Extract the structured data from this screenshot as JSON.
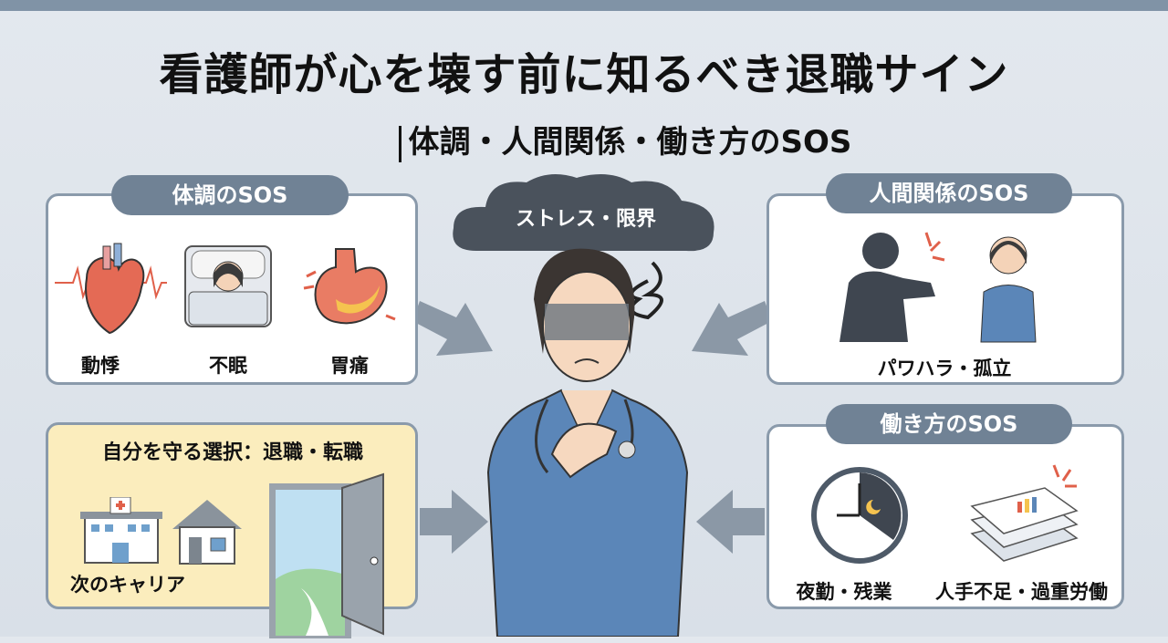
{
  "title": "看護師が心を壊す前に知るべき退職サイン",
  "subtitle": "体調・人間関係・働き方のSOS",
  "center": {
    "cloud_label": "ストレス・限界"
  },
  "physical": {
    "label": "体調のSOS",
    "items": [
      "動悸",
      "不眠",
      "胃痛"
    ]
  },
  "relationships": {
    "label": "人間関係のSOS",
    "caption": "パワハラ・孤立"
  },
  "workstyle": {
    "label": "働き方のSOS",
    "items": [
      "夜勤・残業",
      "人手不足・過重労働"
    ]
  },
  "choice": {
    "label": "自分を守る選択：退職・転職",
    "caption": "次のキャリア"
  },
  "colors": {
    "pill": "#708295",
    "choice_bg": "#fbedbd",
    "scrubs": "#5b86b8"
  }
}
